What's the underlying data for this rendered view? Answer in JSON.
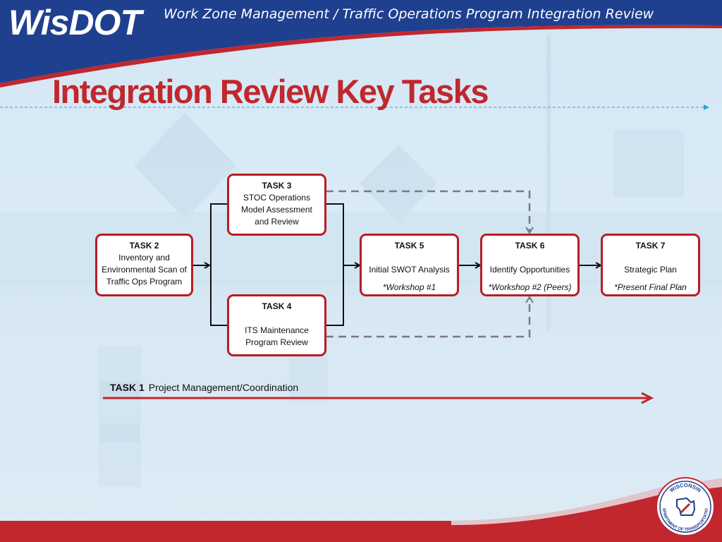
{
  "header": {
    "logo": "WisDOT",
    "title": "Work Zone Management / Traffic Operations Program Integration Review"
  },
  "page_title": "Integration Review Key Tasks",
  "tasks": {
    "task2": {
      "num": "TASK 2",
      "desc1": "Inventory and",
      "desc2": "Environmental Scan of",
      "desc3": "Traffic Ops Program"
    },
    "task3": {
      "num": "TASK 3",
      "desc1": "STOC Operations",
      "desc2": "Model  Assessment",
      "desc3": "and Review"
    },
    "task4": {
      "num": "TASK 4",
      "desc1": "ITS Maintenance",
      "desc2": "Program Review"
    },
    "task5": {
      "num": "TASK 5",
      "desc": "Initial SWOT Analysis",
      "note": "*Workshop #1"
    },
    "task6": {
      "num": "TASK 6",
      "desc": "Identify Opportunities",
      "note": "*Workshop #2 (Peers)"
    },
    "task7": {
      "num": "TASK 7",
      "desc": "Strategic Plan",
      "note": "*Present Final Plan"
    },
    "task1": {
      "num": "TASK 1",
      "desc": "Project Management/Coordination"
    }
  },
  "seal": {
    "top_text": "WISCONSIN",
    "bottom_text": "DEPARTMENT OF TRANSPORTATION"
  },
  "colors": {
    "brand_blue": "#1f3f8f",
    "brand_red": "#c1272d",
    "background": "#d9ebf6"
  }
}
